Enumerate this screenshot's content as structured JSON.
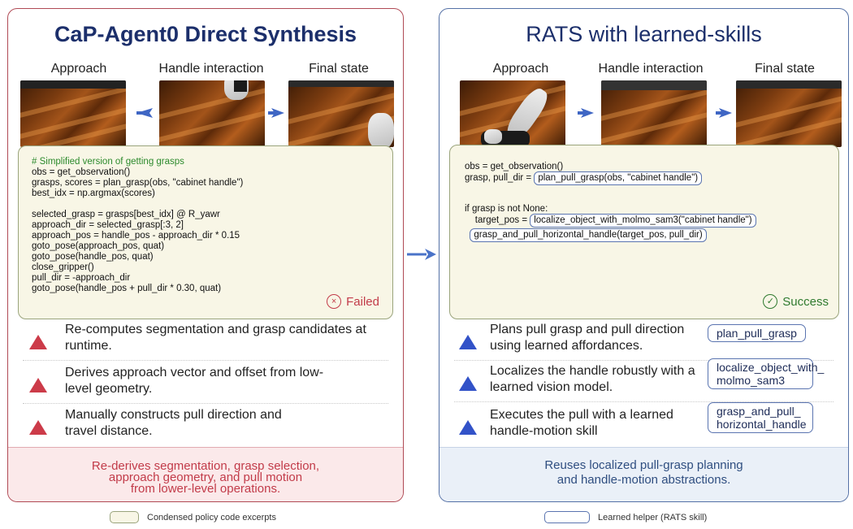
{
  "left": {
    "title": "CaP-Agent0 Direct Synthesis",
    "steps": [
      "Approach",
      "Handle interaction",
      "Final state"
    ],
    "code": {
      "comment": "# Simplified version of getting grasps",
      "lines": [
        "obs = get_observation()",
        "grasps, scores = plan_grasp(obs, \"cabinet handle\")",
        "best_idx = np.argmax(scores)",
        "",
        "selected_grasp = grasps[best_idx] @ R_yawr",
        "approach_dir = selected_grasp[:3, 2]",
        "approach_pos = handle_pos - approach_dir * 0.15",
        "goto_pose(approach_pos, quat)",
        "goto_pose(handle_pos, quat)",
        "close_gripper()",
        "pull_dir = -approach_dir",
        "goto_pose(handle_pos + pull_dir * 0.30, quat)"
      ],
      "status": "Failed",
      "status_icon": "×"
    },
    "bullets": [
      "Re-computes segmentation and grasp candidates at runtime.",
      "Derives approach vector and offset from low-level geometry.",
      "Manually constructs pull direction and travel distance."
    ],
    "footer": [
      "Re-derives segmentation, grasp selection,",
      "approach geometry, and pull motion",
      "from lower-level operations."
    ]
  },
  "right": {
    "title": "RATS with learned-skills",
    "steps": [
      "Approach",
      "Handle interaction",
      "Final state"
    ],
    "code": {
      "line1": "obs = get_observation()",
      "line2_pre": "grasp, pull_dir = ",
      "line2_helper": "plan_pull_grasp(obs, \"cabinet handle\")",
      "line3": "if grasp is not None:",
      "line4_pre": "    target_pos = ",
      "line4_helper": "localize_object_with_molmo_sam3(\"cabinet handle\")",
      "line5_helper": "grasp_and_pull_horizontal_handle(target_pos, pull_dir)",
      "status": "Success",
      "status_icon": "✓"
    },
    "bullets": [
      {
        "text": "Plans pull grasp and pull direction using learned affordances.",
        "tag": "plan_pull_grasp"
      },
      {
        "text": "Localizes the handle robustly with a learned vision model.",
        "tag": "localize_object_with_ molmo_sam3"
      },
      {
        "text": "Executes the pull with a learned handle-motion skill",
        "tag": "grasp_and_pull_ horizontal_handle"
      }
    ],
    "footer": [
      "Reuses localized pull-grasp planning",
      "and handle-motion abstractions."
    ]
  },
  "legend": {
    "code_label": "Condensed policy code excerpts",
    "helper_label": "Learned helper (RATS skill)"
  },
  "colors": {
    "left_accent": "#cc3b49",
    "right_accent": "#3252c8",
    "code_bg": "#f8f6e6",
    "title_color": "#1c2f6b"
  }
}
